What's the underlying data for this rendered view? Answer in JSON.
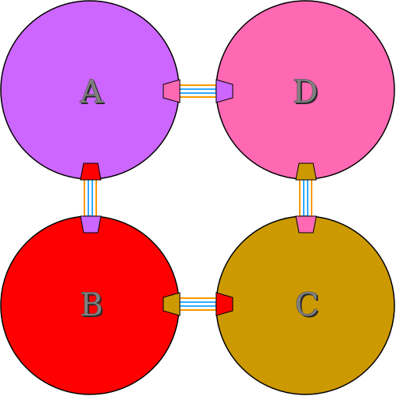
{
  "diagram": {
    "nodes": [
      {
        "id": "A",
        "label": "A",
        "color": "#cc66ff"
      },
      {
        "id": "D",
        "label": "D",
        "color": "#ff69b4"
      },
      {
        "id": "B",
        "label": "B",
        "color": "#ff0000"
      },
      {
        "id": "C",
        "label": "C",
        "color": "#cc9900"
      }
    ],
    "edges": [
      {
        "from": "A",
        "to": "D"
      },
      {
        "from": "A",
        "to": "B"
      },
      {
        "from": "D",
        "to": "C"
      },
      {
        "from": "B",
        "to": "C"
      }
    ],
    "wire_colors": {
      "outer": "#ff9900",
      "inner": "#33aaff"
    }
  }
}
